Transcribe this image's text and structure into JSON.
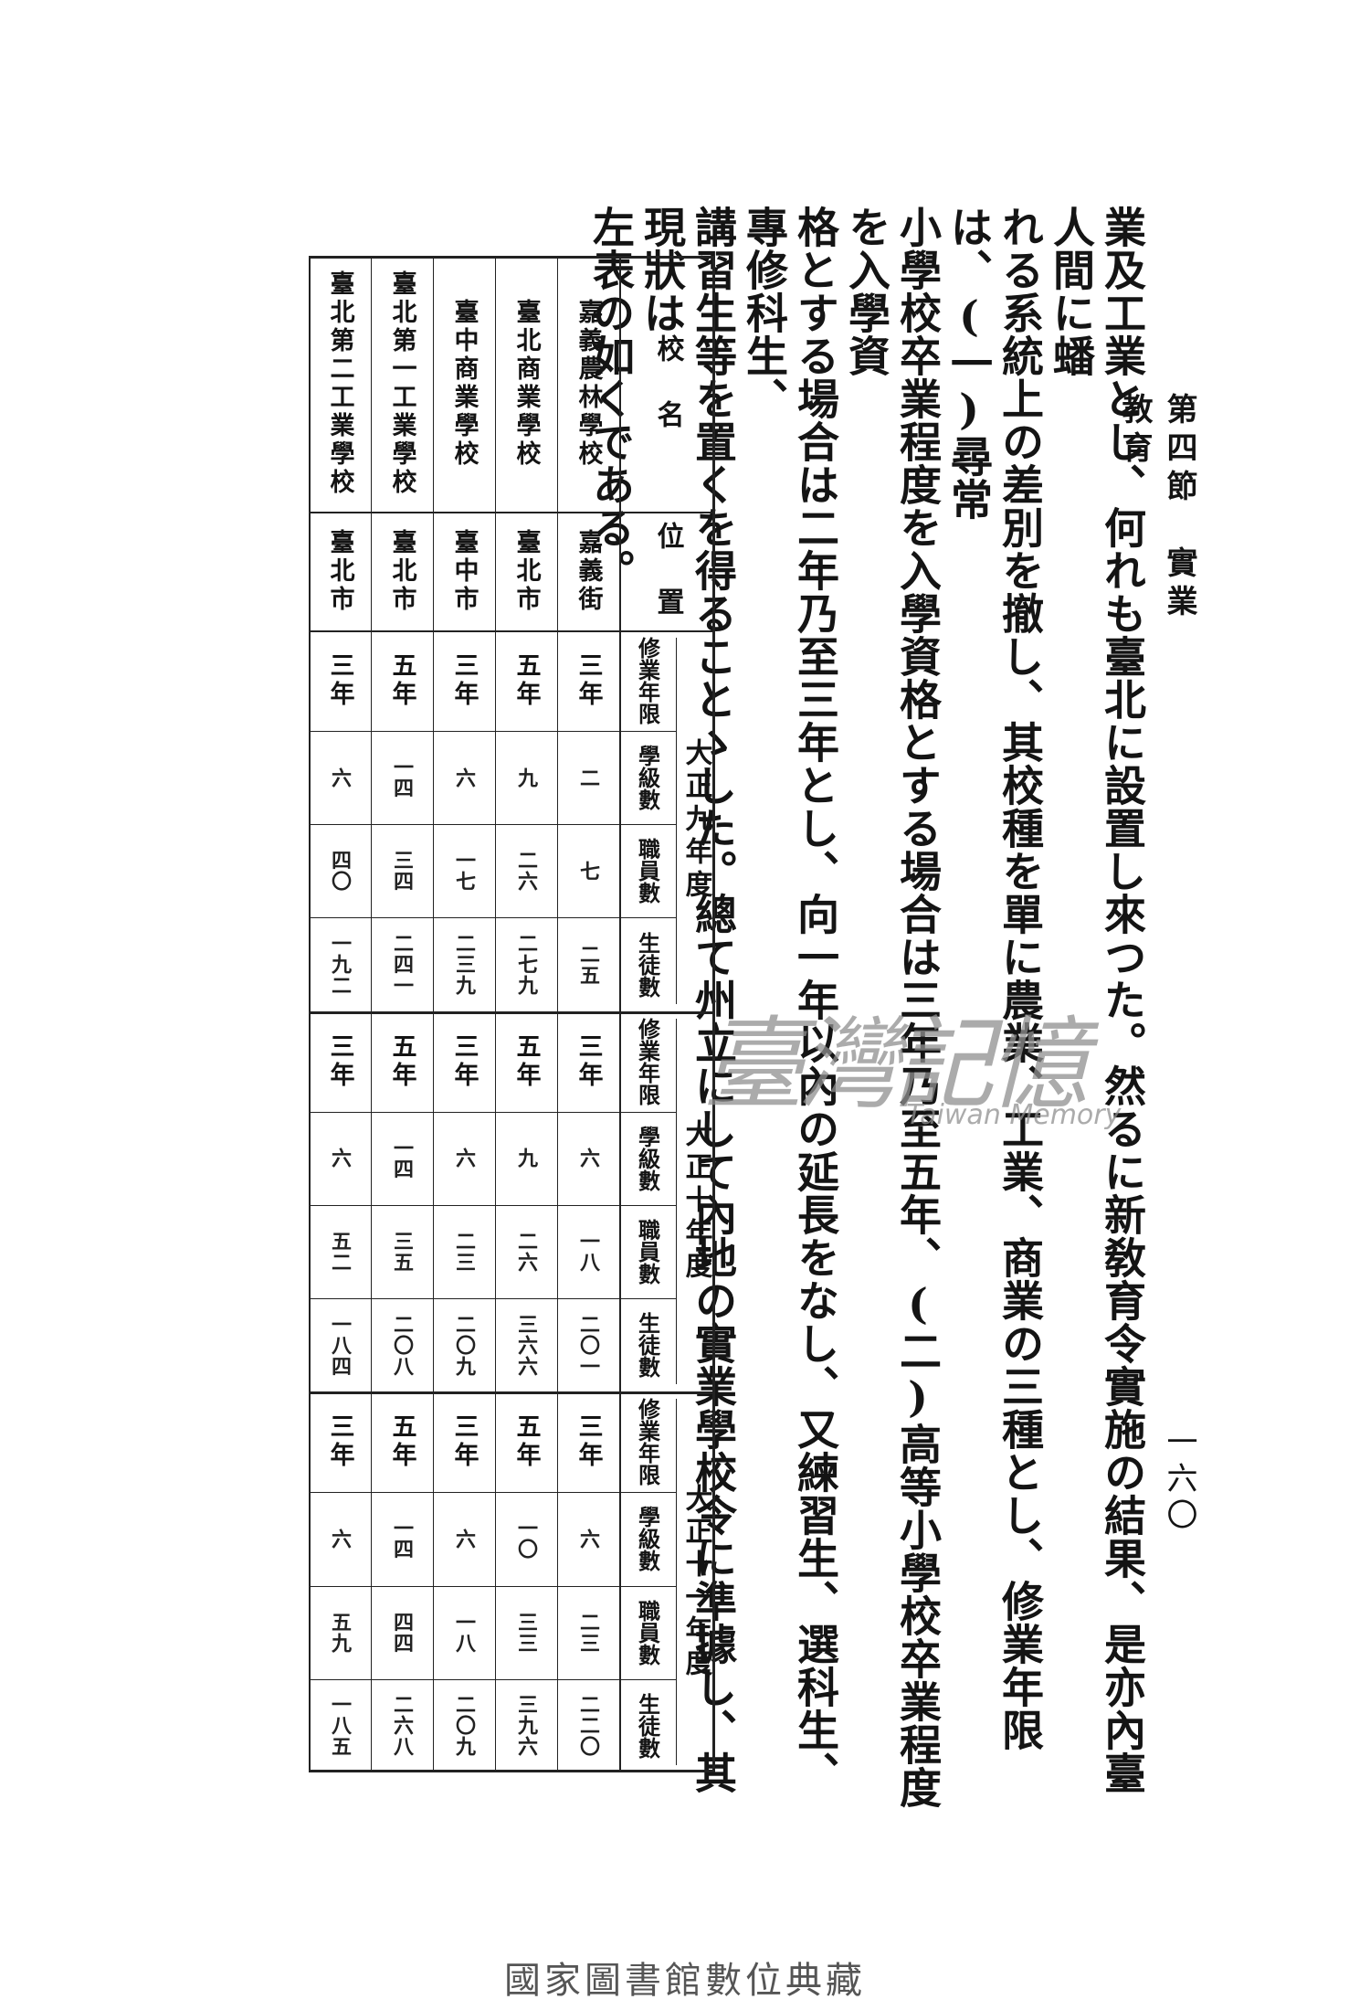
{
  "header": {
    "section_title": "第四節　實業教育",
    "page_number": "一六〇"
  },
  "prose": {
    "columns": [
      "業及工業とし、何れも臺北に設置し來つた。然るに新敎育令實施の結果、是亦內臺人間に蟠",
      "れる系統上の差別を撤し、其校種を單に農業、工業、商業の三種とし、修業年限は、(一)尋常",
      "小學校卒業程度を入學資格とする場合は三年乃至五年、(二)高等小學校卒業程度を入學資",
      "格とする場合は二年乃至三年とし、向一年以內の延長をなし、又練習生、選科生、專修科生、",
      "講習生等を置くを得ることゝした。總て州立にして內地の實業學校令に準據し、其現狀は",
      "左表の如くである。"
    ]
  },
  "table": {
    "headers": {
      "school": "校　名",
      "location": "位　置",
      "col_years": "修業年限",
      "col_classes": "學級數",
      "col_staff": "職員數",
      "col_students": "生徒數"
    },
    "periods": [
      "大正九年度",
      "大正十年度",
      "大正十一年度"
    ],
    "schools": [
      {
        "name": "嘉義農林學校",
        "location": "嘉義街",
        "data": [
          {
            "years": "三年",
            "classes": "二",
            "staff": "七",
            "students": "二五"
          },
          {
            "years": "三年",
            "classes": "六",
            "staff": "一八",
            "students": "二〇一"
          },
          {
            "years": "三年",
            "classes": "六",
            "staff": "二三",
            "students": "二二〇"
          }
        ]
      },
      {
        "name": "臺北商業學校",
        "location": "臺北市",
        "data": [
          {
            "years": "五年",
            "classes": "九",
            "staff": "二六",
            "students": "二七九"
          },
          {
            "years": "五年",
            "classes": "九",
            "staff": "二六",
            "students": "三六六"
          },
          {
            "years": "五年",
            "classes": "一〇",
            "staff": "三三",
            "students": "三九六"
          }
        ]
      },
      {
        "name": "臺中商業學校",
        "location": "臺中市",
        "data": [
          {
            "years": "三年",
            "classes": "六",
            "staff": "一七",
            "students": "二三九"
          },
          {
            "years": "三年",
            "classes": "六",
            "staff": "二三",
            "students": "二〇九"
          },
          {
            "years": "三年",
            "classes": "六",
            "staff": "一八",
            "students": "二〇九"
          }
        ]
      },
      {
        "name": "臺北第一工業學校",
        "location": "臺北市",
        "data": [
          {
            "years": "五年",
            "classes": "一四",
            "staff": "三四",
            "students": "二四一"
          },
          {
            "years": "五年",
            "classes": "一四",
            "staff": "三五",
            "students": "二〇八"
          },
          {
            "years": "五年",
            "classes": "一四",
            "staff": "四四",
            "students": "二六八"
          }
        ]
      },
      {
        "name": "臺北第二工業學校",
        "location": "臺北市",
        "data": [
          {
            "years": "三年",
            "classes": "六",
            "staff": "四〇",
            "students": "一九二"
          },
          {
            "years": "三年",
            "classes": "六",
            "staff": "五二",
            "students": "一八四"
          },
          {
            "years": "三年",
            "classes": "六",
            "staff": "五九",
            "students": "一八五"
          }
        ]
      }
    ]
  },
  "watermark": {
    "text_cn": "臺灣記憶",
    "text_en": "Taiwan Memory"
  },
  "footer": {
    "text": "國家圖書館數位典藏"
  }
}
